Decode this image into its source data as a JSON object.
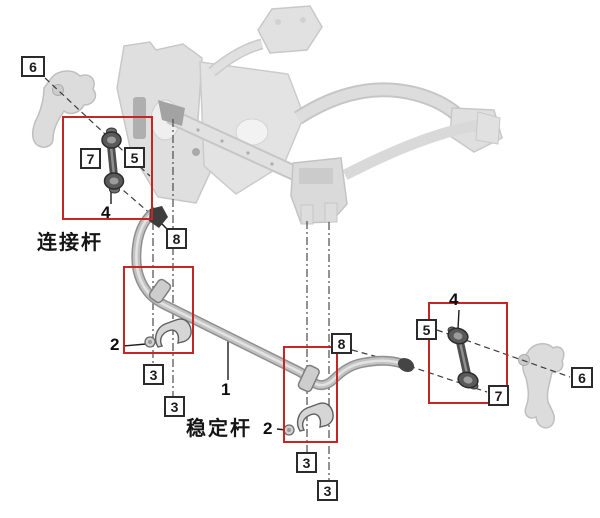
{
  "diagram": {
    "part_labels": {
      "link_rod": "连接杆",
      "stabilizer_bar": "稳定杆"
    },
    "part_numbers": {
      "stabilizer_bar": "1",
      "clamp_left": "2",
      "clamp_mid": "2",
      "link_left": "4",
      "link_right": "4"
    },
    "callout_boxes": {
      "left_6": "6",
      "left_7": "7",
      "left_5": "5",
      "left_8": "8",
      "left_3_upper": "3",
      "left_3_lower": "3",
      "mid_8": "8",
      "mid_3_upper": "3",
      "mid_3_lower": "3",
      "right_5": "5",
      "right_7": "7",
      "right_6": "6"
    },
    "colors": {
      "highlight_red": "#c62525",
      "callout_border": "#2b2b2b",
      "part_dark": "#4a4a4a",
      "part_tube": "#bdbdbd",
      "faded_background": "#dedede"
    }
  }
}
